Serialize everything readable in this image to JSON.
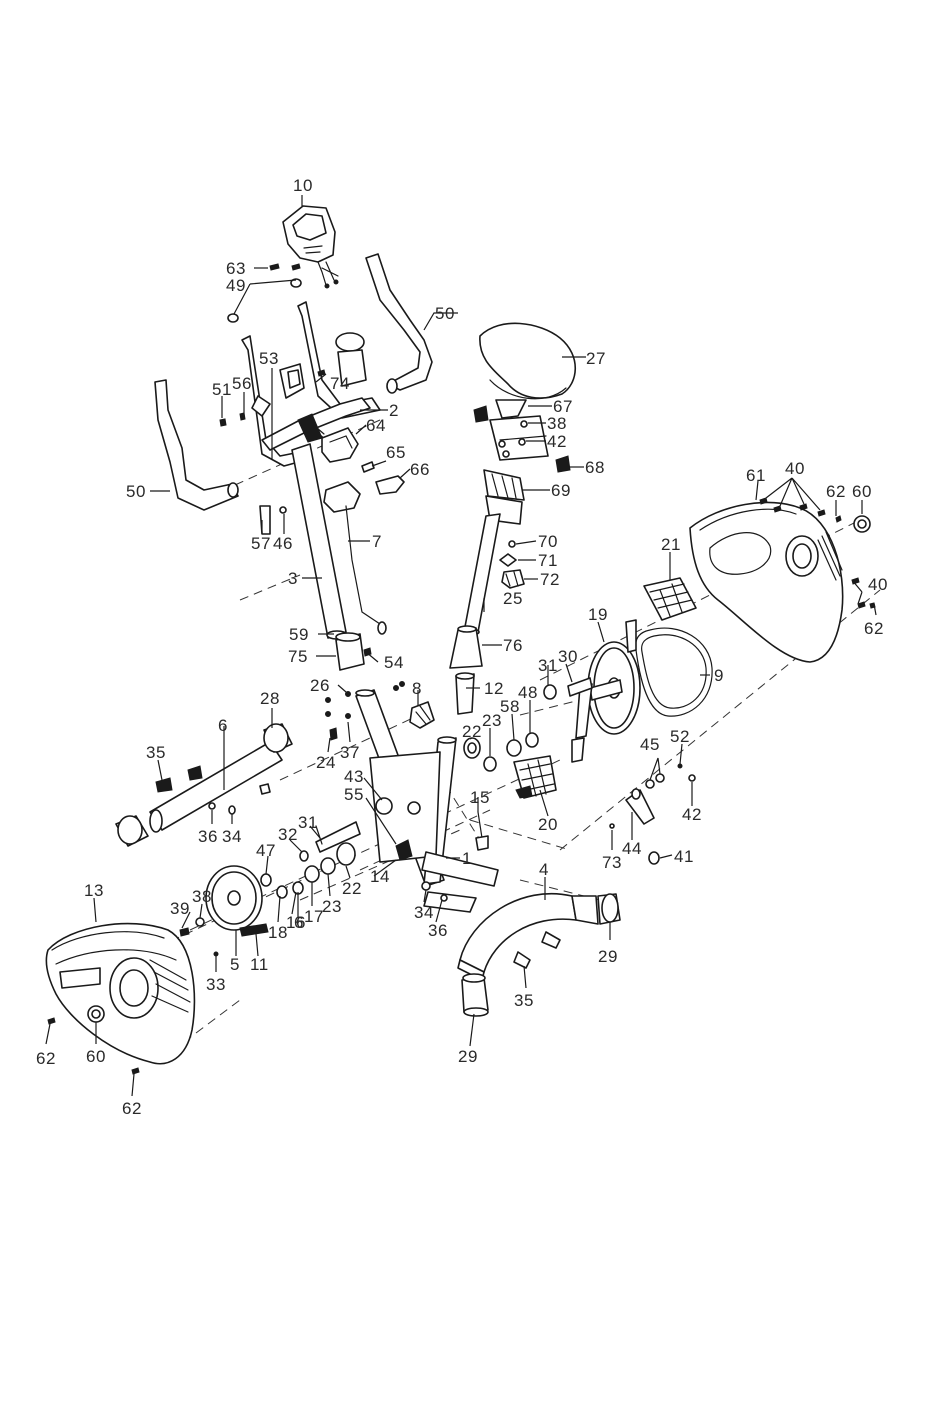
{
  "diagram": {
    "labels": {
      "p10": "10",
      "p63": "63",
      "p49": "49",
      "p50a": "50",
      "p27": "27",
      "p53": "53",
      "p56": "56",
      "p51": "51",
      "p74": "74",
      "p2": "2",
      "p67": "67",
      "p38a": "38",
      "p42a": "42",
      "p68": "68",
      "p64": "64",
      "p65": "65",
      "p66": "66",
      "p69": "69",
      "p61": "61",
      "p40a": "40",
      "p62a": "62",
      "p60a": "60",
      "p50b": "50",
      "p57": "57",
      "p46": "46",
      "p7": "7",
      "p70": "70",
      "p71": "71",
      "p72": "72",
      "p21": "21",
      "p3": "3",
      "p25": "25",
      "p40b": "40",
      "p62b": "62",
      "p59": "59",
      "p76": "76",
      "p19": "19",
      "p75": "75",
      "p54": "54",
      "p31a": "31",
      "p30": "30",
      "p9": "9",
      "p28": "28",
      "p26": "26",
      "p8": "8",
      "p12": "12",
      "p48": "48",
      "p6a": "6",
      "p58": "58",
      "p22a": "22",
      "p23a": "23",
      "p35a": "35",
      "p37": "37",
      "p24": "24",
      "p45": "45",
      "p52": "52",
      "p43": "43",
      "p55": "55",
      "p15": "15",
      "p42b": "42",
      "p20": "20",
      "p36a": "36",
      "p34a": "34",
      "p31b": "31",
      "p32": "32",
      "p47": "47",
      "p1": "1",
      "p44": "44",
      "p73": "73",
      "p41": "41",
      "p14": "14",
      "p22b": "22",
      "p4": "4",
      "p13": "13",
      "p38b": "38",
      "p39": "39",
      "p18": "18",
      "p16": "16",
      "p6b": "6",
      "p17": "17",
      "p23b": "23",
      "p34b": "34",
      "p36b": "36",
      "p29a": "29",
      "p5": "5",
      "p11": "11",
      "p33": "33",
      "p35b": "35",
      "p29b": "29",
      "p62c": "62",
      "p60b": "60",
      "p62d": "62"
    }
  }
}
